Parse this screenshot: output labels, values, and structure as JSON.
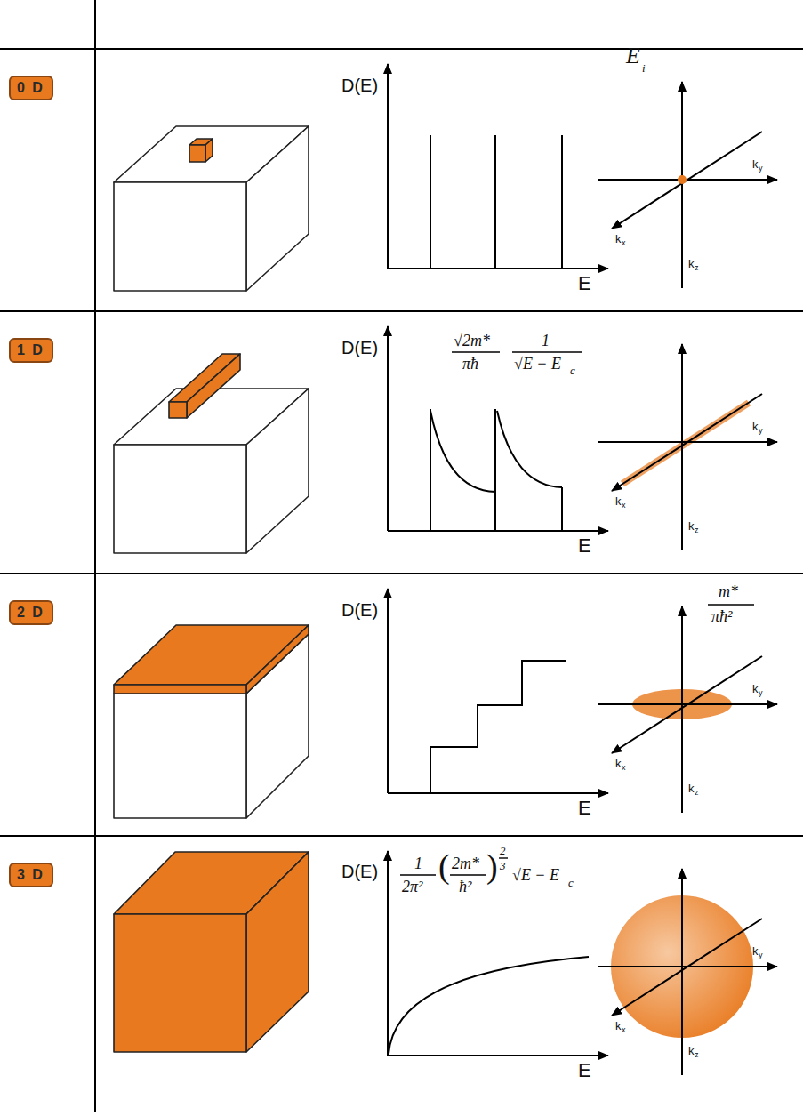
{
  "diagram": {
    "nodes": [
      {
        "text": [
          "0 D"
        ]
      },
      {
        "text": [
          "1 D"
        ]
      },
      {
        "text": [
          "2 D"
        ]
      },
      {
        "text": [
          "3 D"
        ]
      }
    ],
    "labels": [
      "E",
      "i",
      "D(E)",
      "E",
      "k",
      "x",
      "k",
      "y",
      "k",
      "z",
      "√2m*",
      "πħ",
      "1",
      "√E − E",
      "c",
      "D(E)",
      "E",
      "k",
      "x",
      "k",
      "y",
      "k",
      "z",
      "m*",
      "πħ²",
      "D(E)",
      "E",
      "k",
      "x",
      "k",
      "y",
      "k",
      "z",
      "1",
      "2π²",
      "(",
      "2m*",
      "ħ²",
      ")",
      "2",
      "3",
      "√E − E",
      "c",
      "D(E)",
      "E",
      "k",
      "x",
      "k",
      "y",
      "k",
      "z"
    ]
  }
}
